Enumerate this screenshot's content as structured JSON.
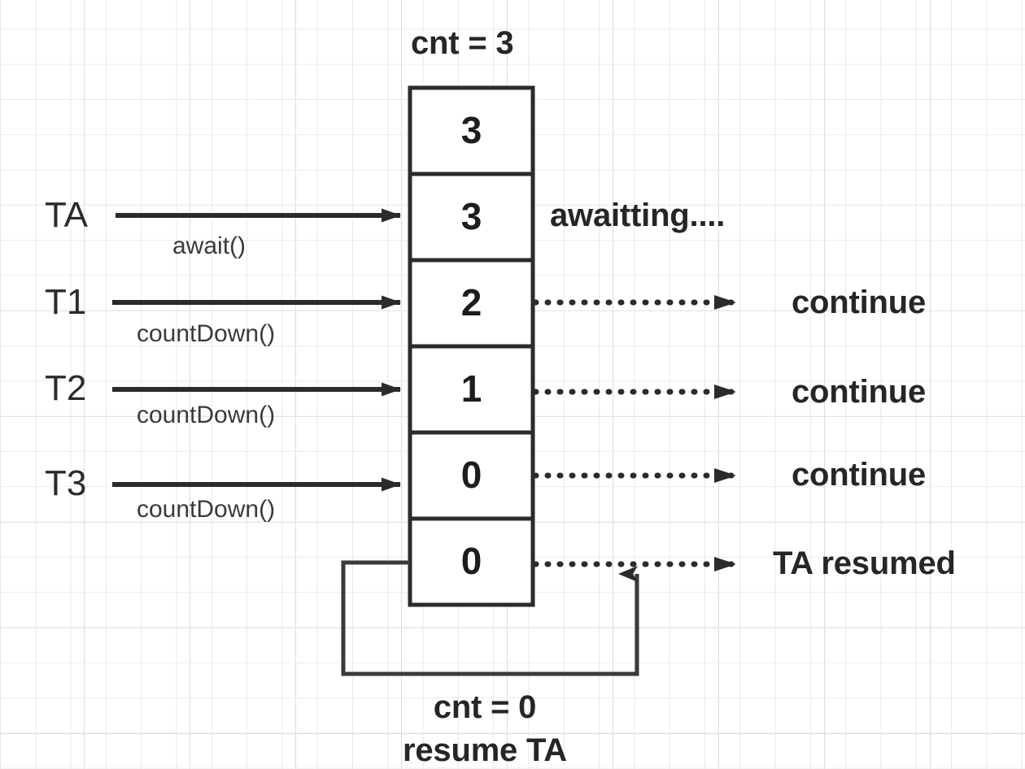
{
  "diagram": {
    "title_top": "cnt = 3",
    "bottom_caption_line1": "cnt = 0",
    "bottom_caption_line2": "resume TA",
    "stack": {
      "name": "counter-column",
      "cells": [
        {
          "value": "3"
        },
        {
          "value": "3"
        },
        {
          "value": "2"
        },
        {
          "value": "1"
        },
        {
          "value": "0"
        },
        {
          "value": "0"
        }
      ]
    },
    "threads": [
      {
        "name": "TA",
        "call": "await()"
      },
      {
        "name": "T1",
        "call": "countDown()"
      },
      {
        "name": "T2",
        "call": "countDown()"
      },
      {
        "name": "T3",
        "call": "countDown()"
      }
    ],
    "outcomes": [
      {
        "label": "awaitting....",
        "dotted": false
      },
      {
        "label": "continue",
        "dotted": true
      },
      {
        "label": "continue",
        "dotted": true
      },
      {
        "label": "continue",
        "dotted": true
      },
      {
        "label": "TA resumed",
        "dotted": true
      }
    ],
    "colors": {
      "stroke": "#2b2b2b",
      "text": "#262626",
      "box_fill": "#ffffff",
      "grid_minor": "#ececec",
      "grid_major": "#dcdcdc"
    }
  }
}
